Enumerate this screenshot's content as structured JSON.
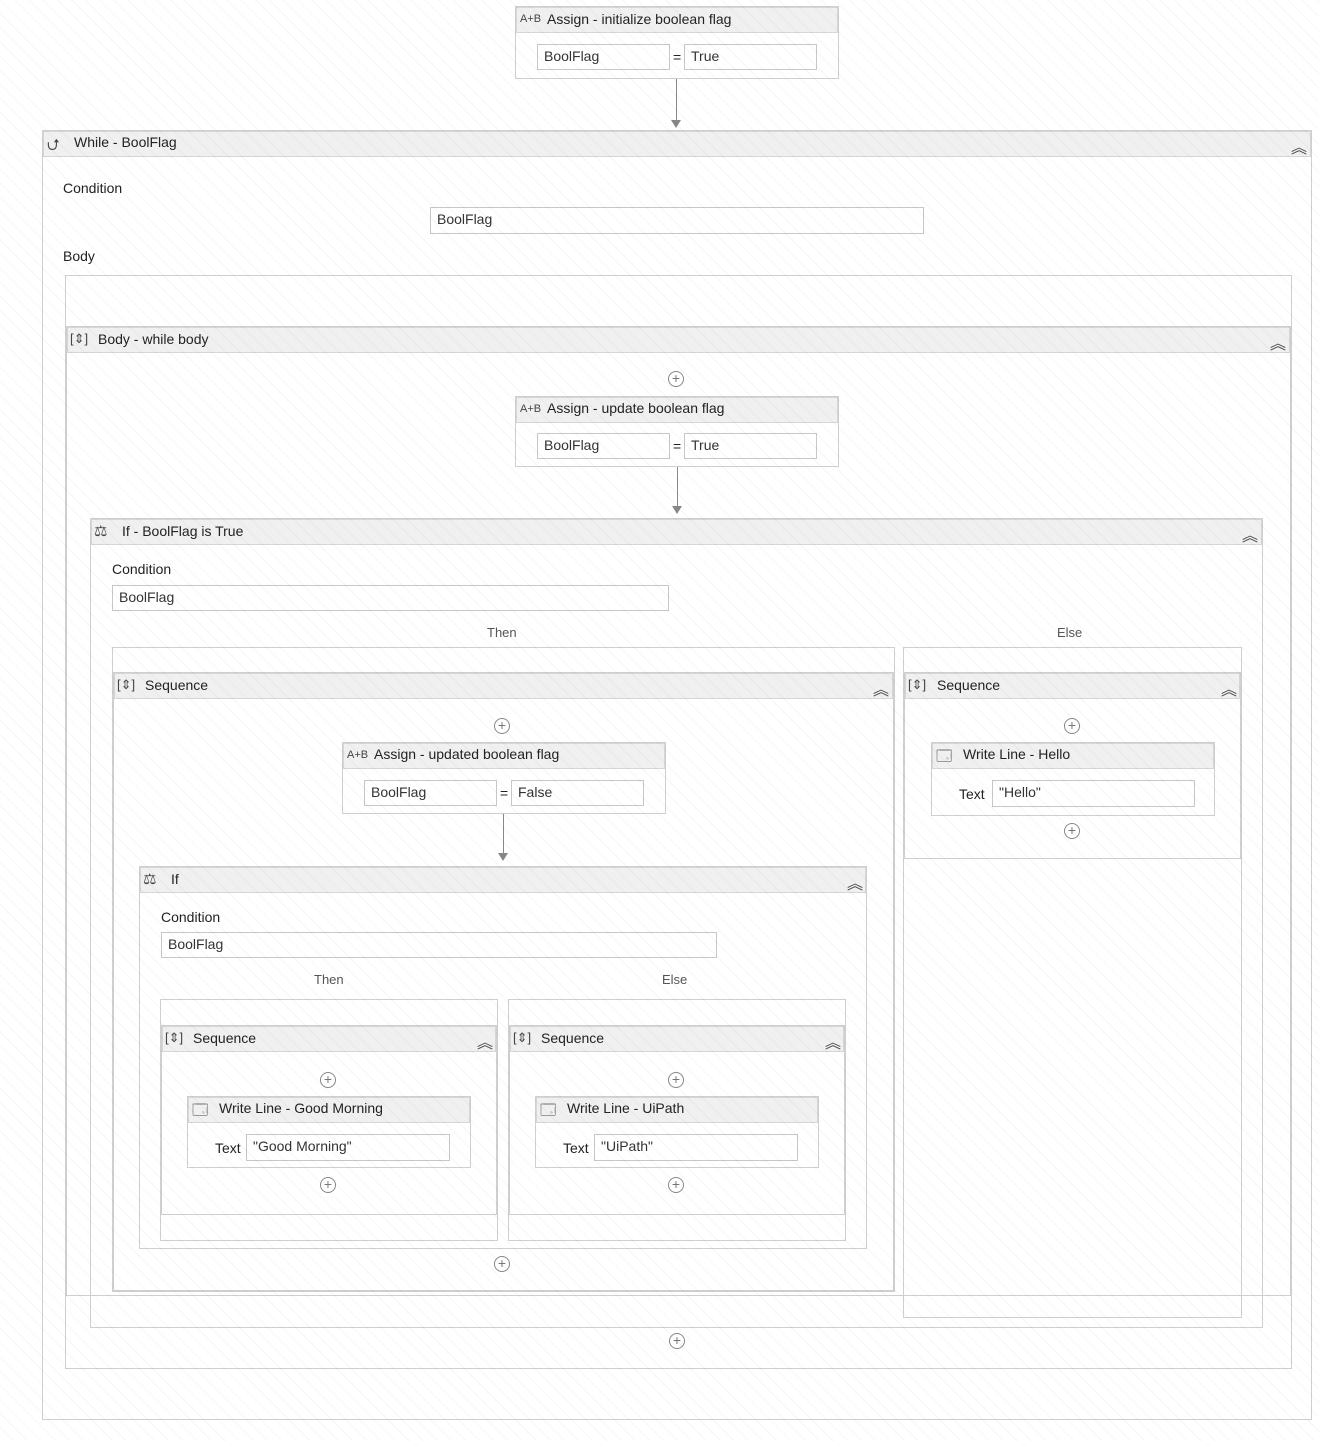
{
  "assign_init": {
    "icon": "assign-icon",
    "icon_text": "A+B",
    "title": "Assign - initialize boolean flag",
    "to": "BoolFlag",
    "eq": "=",
    "value": "True"
  },
  "while": {
    "icon": "while-loop-icon",
    "title": "While - BoolFlag",
    "condition_label": "Condition",
    "condition": "BoolFlag",
    "body_label": "Body",
    "collapse": "collapse-icon"
  },
  "body_seq": {
    "icon": "sequence-icon",
    "title": "Body - while body"
  },
  "assign_update": {
    "icon_text": "A+B",
    "title": "Assign - update boolean flag",
    "to": "BoolFlag",
    "eq": "=",
    "value": "True"
  },
  "if_outer": {
    "icon": "if-icon",
    "title": "If - BoolFlag is True",
    "condition_label": "Condition",
    "condition": "BoolFlag",
    "then_label": "Then",
    "else_label": "Else"
  },
  "then_seq": {
    "title": "Sequence"
  },
  "assign_updated": {
    "icon_text": "A+B",
    "title": "Assign - updated boolean flag",
    "to": "BoolFlag",
    "eq": "=",
    "value": "False"
  },
  "if_inner": {
    "title": "If",
    "condition_label": "Condition",
    "condition": "BoolFlag",
    "then_label": "Then",
    "else_label": "Else"
  },
  "inner_then_seq": {
    "title": "Sequence"
  },
  "write_good_morning": {
    "icon": "write-line-icon",
    "title": "Write Line - Good Morning",
    "text_label": "Text",
    "text": "\"Good Morning\""
  },
  "inner_else_seq": {
    "title": "Sequence"
  },
  "write_uipath": {
    "title": "Write Line - UiPath",
    "text_label": "Text",
    "text": "\"UiPath\""
  },
  "else_seq": {
    "title": "Sequence"
  },
  "write_hello": {
    "title": "Write Line - Hello",
    "text_label": "Text",
    "text": "\"Hello\""
  }
}
